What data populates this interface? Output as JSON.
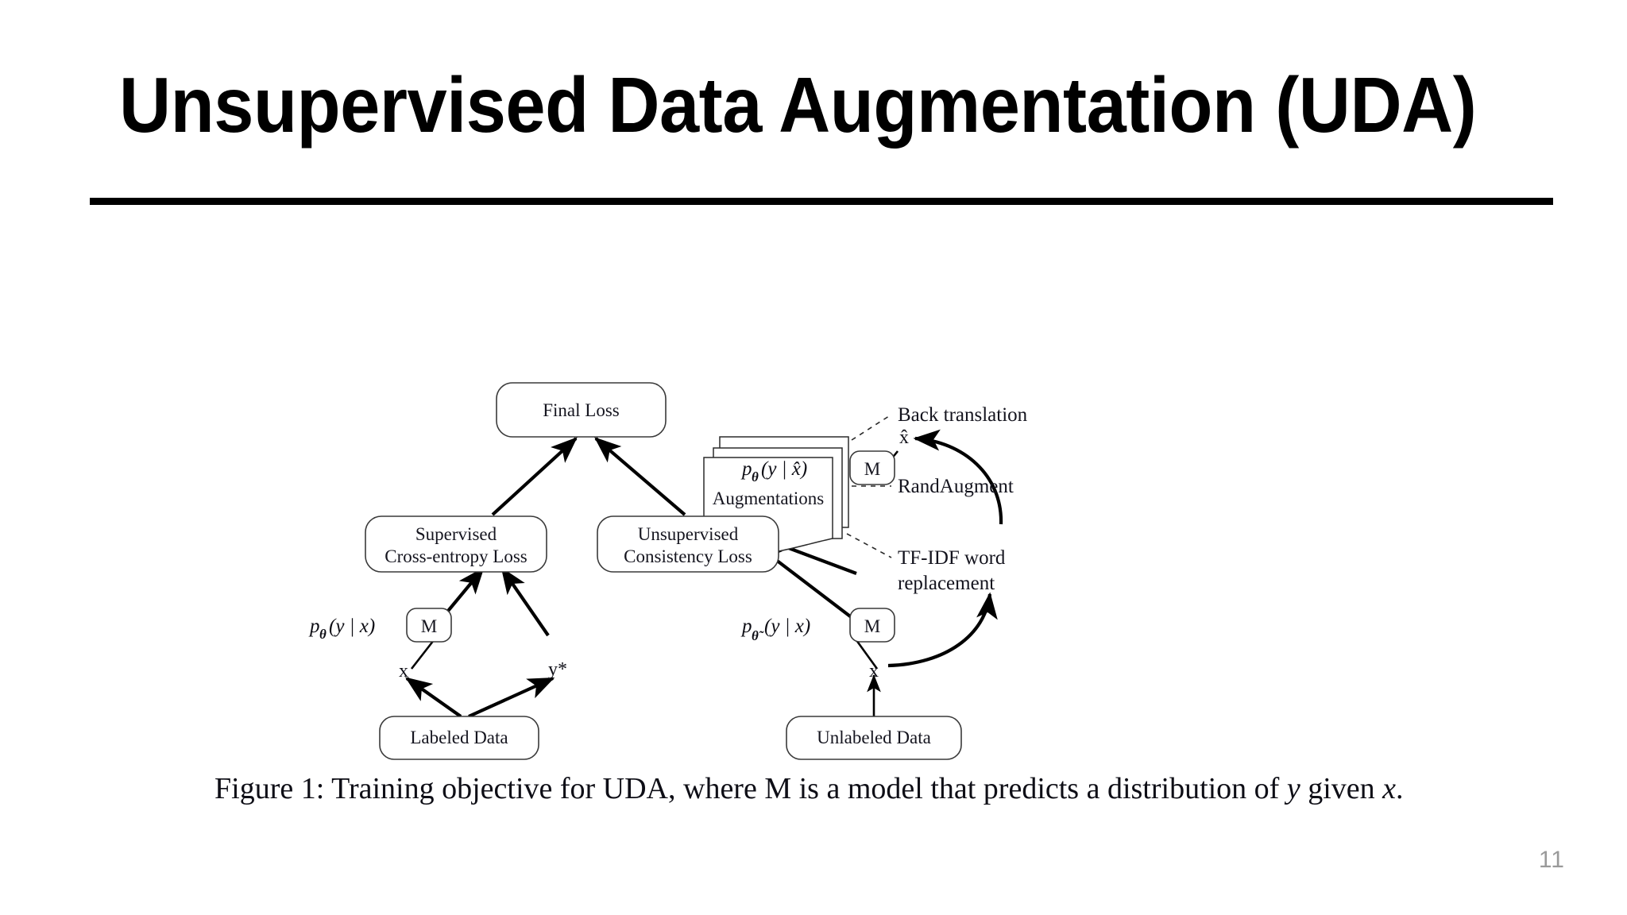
{
  "slide": {
    "title": "Unsupervised Data Augmentation (UDA)",
    "page_number": "11",
    "accent_color": "#000000",
    "page_number_color": "#9a9a9a",
    "background_color": "#ffffff"
  },
  "figure": {
    "caption_prefix": "Figure 1: Training objective for UDA, where M is a model that predicts a distribution of ",
    "caption_var_y": "y",
    "caption_middle": " given ",
    "caption_var_x": "x",
    "caption_suffix": ".",
    "nodes": {
      "final_loss": "Final Loss",
      "supervised_loss_line1": "Supervised",
      "supervised_loss_line2": "Cross-entropy Loss",
      "unsupervised_loss_line1": "Unsupervised",
      "unsupervised_loss_line2": "Consistency Loss",
      "labeled_data": "Labeled Data",
      "unlabeled_data": "Unlabeled Data",
      "augmentations": "Augmentations",
      "model_left": "M",
      "model_right_upper": "M",
      "model_right_lower": "M"
    },
    "math_labels": {
      "left_prob_p": "p",
      "left_prob_theta": "θ",
      "left_prob_args": "(y | x)",
      "upper_right_prob_p": "p",
      "upper_right_prob_theta": "θ",
      "upper_right_prob_args": "(y | x̂)",
      "lower_right_prob_p": "p",
      "lower_right_prob_theta": "θ̃",
      "lower_right_prob_args": "(y | x)"
    },
    "variables": {
      "x_left": "x",
      "y_star_left": "y*",
      "x_right": "x",
      "x_hat": "x̂"
    },
    "augmentation_methods": [
      "Back translation",
      "RandAugment",
      "TF-IDF word replacement"
    ],
    "augmentation_methods_display": {
      "back_translation": "Back translation",
      "rand_augment": "RandAugment",
      "tfidf_line1": "TF-IDF word",
      "tfidf_line2": "replacement"
    }
  }
}
